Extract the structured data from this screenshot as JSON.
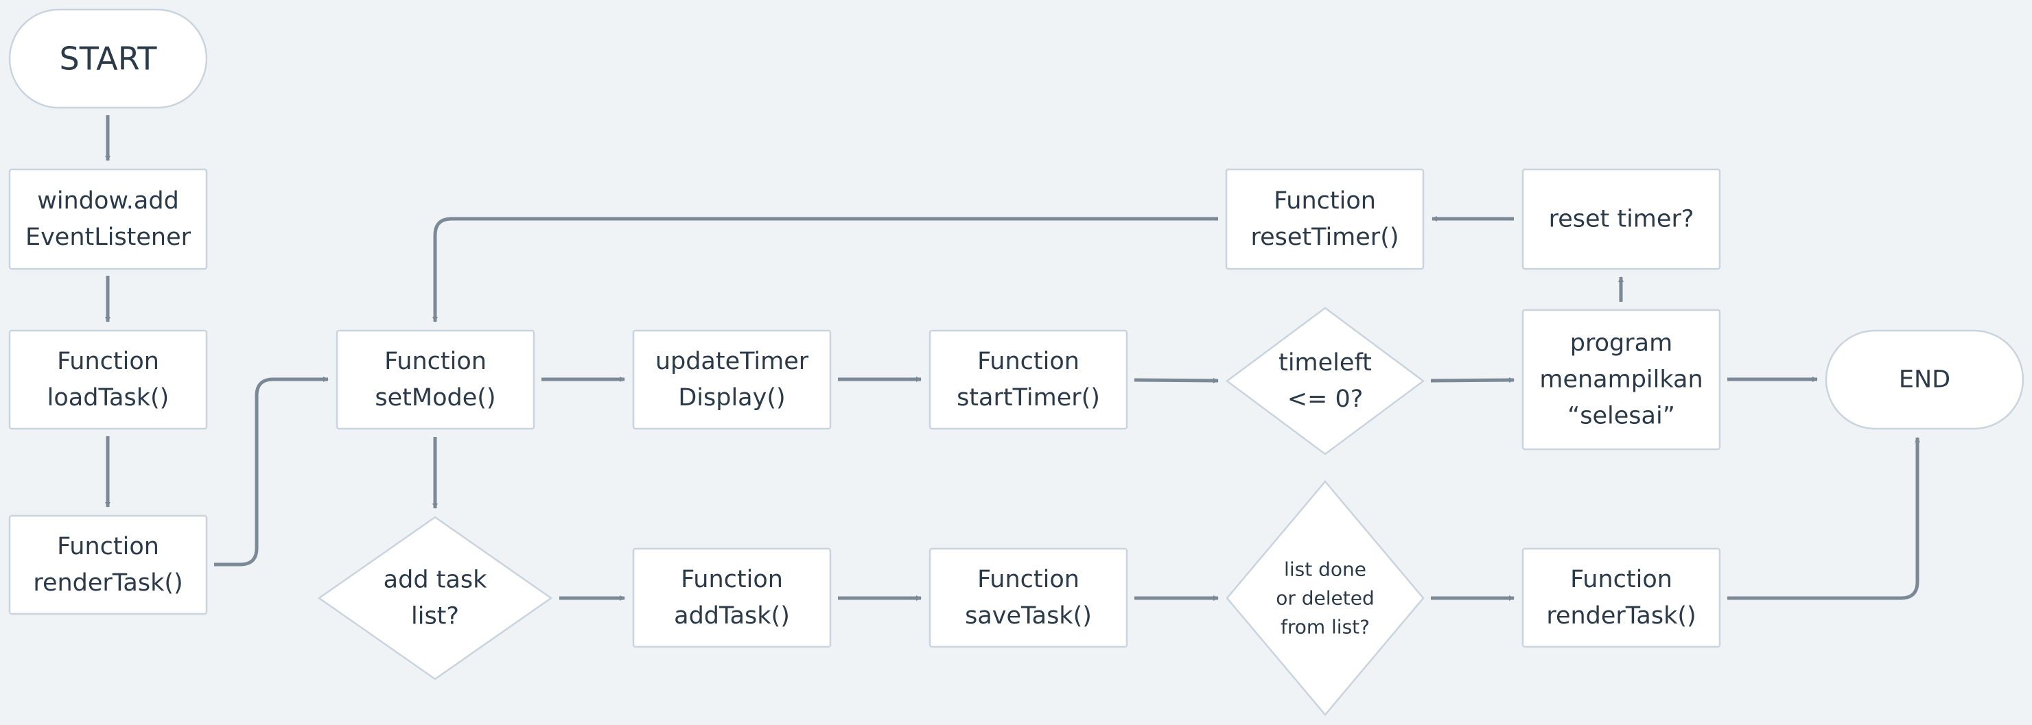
{
  "diagram": {
    "type": "flowchart",
    "colors": {
      "background": "#eff3f6",
      "node_fill": "#ffffff",
      "node_stroke": "#c9d4de",
      "edge": "#7b8895",
      "text": "#2b3a48"
    },
    "nodes": {
      "start": {
        "lines": [
          "START"
        ]
      },
      "window": {
        "lines": [
          "window.add",
          "EventListener"
        ]
      },
      "loadTask": {
        "lines": [
          "Function",
          "loadTask()"
        ]
      },
      "renderTask1": {
        "lines": [
          "Function",
          "renderTask()"
        ]
      },
      "setMode": {
        "lines": [
          "Function",
          "setMode()"
        ]
      },
      "updateTimer": {
        "lines": [
          "updateTimer",
          "Display()"
        ]
      },
      "startTimer": {
        "lines": [
          "Function",
          "startTimer()"
        ]
      },
      "timeleft": {
        "lines": [
          "timeleft",
          "<= 0?"
        ]
      },
      "program": {
        "lines": [
          "program",
          "menampilkan",
          "“selesai”"
        ]
      },
      "end": {
        "lines": [
          "END"
        ]
      },
      "resetQ": {
        "lines": [
          "reset timer?"
        ]
      },
      "resetTimer": {
        "lines": [
          "Function",
          "resetTimer()"
        ]
      },
      "addTaskQ": {
        "lines": [
          "add task",
          "list?"
        ]
      },
      "addTask": {
        "lines": [
          "Function",
          "addTask()"
        ]
      },
      "saveTask": {
        "lines": [
          "Function",
          "saveTask()"
        ]
      },
      "listDone": {
        "lines": [
          "list done",
          "or deleted",
          "from list?"
        ]
      },
      "renderTask2": {
        "lines": [
          "Function",
          "renderTask()"
        ]
      }
    }
  }
}
